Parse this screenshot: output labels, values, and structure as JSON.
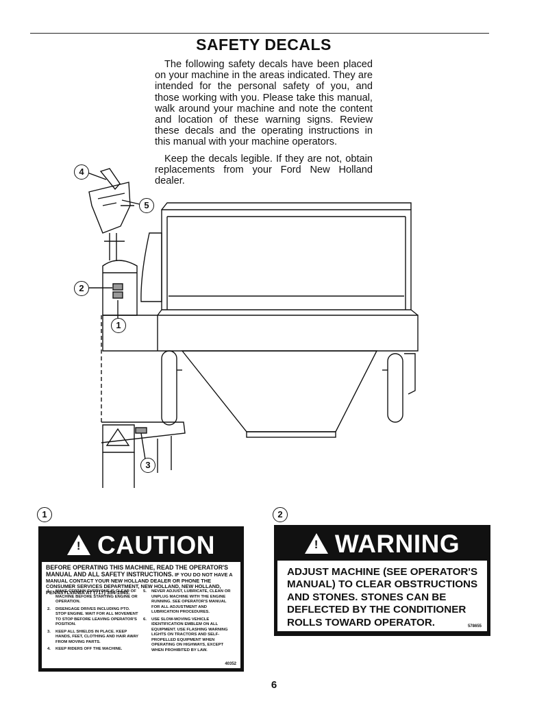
{
  "title": "SAFETY DECALS",
  "intro": {
    "paragraph1": "The following safety decals have been placed on your machine in the areas indicated. They are intended for the personal safety of you, and those working with you. Please take this manual, walk around your machine and note the content and location of these warning signs. Review these decals and the operating instructions in this manual with your machine operators.",
    "paragraph2": "Keep the decals legible. If they are not, obtain replacements from your Ford New Holland dealer."
  },
  "diagram_callouts": [
    "4",
    "5",
    "2",
    "1",
    "3"
  ],
  "decal1": {
    "number": "1",
    "symbol": "!",
    "heading": "CAUTION",
    "lead_bold": "BEFORE OPERATING THIS MACHINE, READ THE OPERATOR'S MANUAL AND ALL SAFETY INSTRUCTIONS.",
    "lead_rest": "IF YOU DO NOT HAVE A MANUAL CONTACT YOUR NEW HOLLAND DEALER OR PHONE THE CONSUMER SERVICES DEPARTMENT, NEW HOLLAND, NEW HOLLAND, PENNSYLVANIA AT (717) 354-1545.",
    "items": [
      {
        "num": "1.",
        "text": "MAKE CERTAIN EVERYONE IS CLEAR OF MACHINE BEFORE STARTING ENGINE OR OPERATION."
      },
      {
        "num": "2.",
        "text": "DISENGAGE DRIVES INCLUDING PTO. STOP ENGINE. WAIT FOR ALL MOVEMENT TO STOP BEFORE LEAVING OPERATOR'S POSITION."
      },
      {
        "num": "3.",
        "text": "KEEP ALL SHIELDS IN PLACE. KEEP HANDS, FEET, CLOTHING AND HAIR AWAY FROM MOVING PARTS."
      },
      {
        "num": "4.",
        "text": "KEEP RIDERS OFF THE MACHINE."
      },
      {
        "num": "5.",
        "text": "NEVER ADJUST, LUBRICATE, CLEAN OR UNPLUG MACHINE WITH THE ENGINE RUNNING. SEE OPERATOR'S MANUAL FOR ALL ADJUSTMENT AND LUBRICATION PROCEDURES."
      },
      {
        "num": "6.",
        "text": "USE SLOW-MOVING VEHICLE IDENTIFICATION EMBLEM ON ALL EQUIPMENT. USE FLASHING WARNING LIGHTS ON TRACTORS AND SELF-PROPELLED EQUIPMENT WHEN OPERATING ON HIGHWAYS, EXCEPT WHEN PROHIBITED BY LAW."
      }
    ],
    "code": "40352"
  },
  "decal2": {
    "number": "2",
    "symbol": "!",
    "heading": "WARNING",
    "text": "ADJUST MACHINE (SEE OPERATOR'S MANUAL) TO CLEAR OBSTRUCTIONS AND STONES. STONES CAN BE DEFLECTED BY THE CONDITIONER ROLLS TOWARD OPERATOR.",
    "code": "578655"
  },
  "page_number": "6"
}
